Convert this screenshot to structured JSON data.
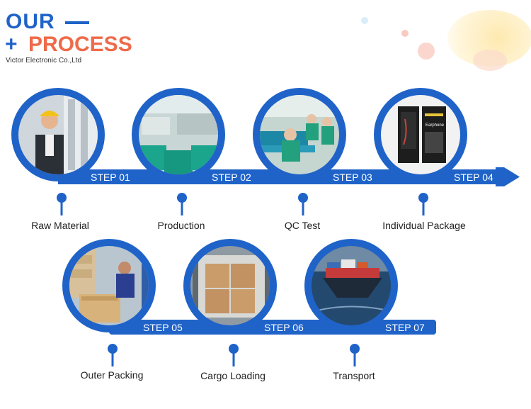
{
  "header": {
    "line1": "OUR",
    "plus": "+",
    "line2": "PROCESS",
    "company": "Victor Electronic Co.,Ltd"
  },
  "colors": {
    "blue": "#1f63c9",
    "orange": "#ef6a4a",
    "text": "#222222"
  },
  "steps": [
    {
      "step": "STEP 01",
      "caption": "Raw Material",
      "photo": "worker-warehouse-photo"
    },
    {
      "step": "STEP 02",
      "caption": "Production",
      "photo": "factory-floor-photo"
    },
    {
      "step": "STEP 03",
      "caption": "QC Test",
      "photo": "qc-workers-photo"
    },
    {
      "step": "STEP 04",
      "caption": "Individual Package",
      "photo": "earphone-package-photo"
    },
    {
      "step": "STEP 05",
      "caption": "Outer Packing",
      "photo": "packing-boxes-photo"
    },
    {
      "step": "STEP 06",
      "caption": "Cargo Loading",
      "photo": "container-loading-photo"
    },
    {
      "step": "STEP 07",
      "caption": "Transport",
      "photo": "cargo-ship-photo"
    }
  ],
  "package_text": "Earphone"
}
